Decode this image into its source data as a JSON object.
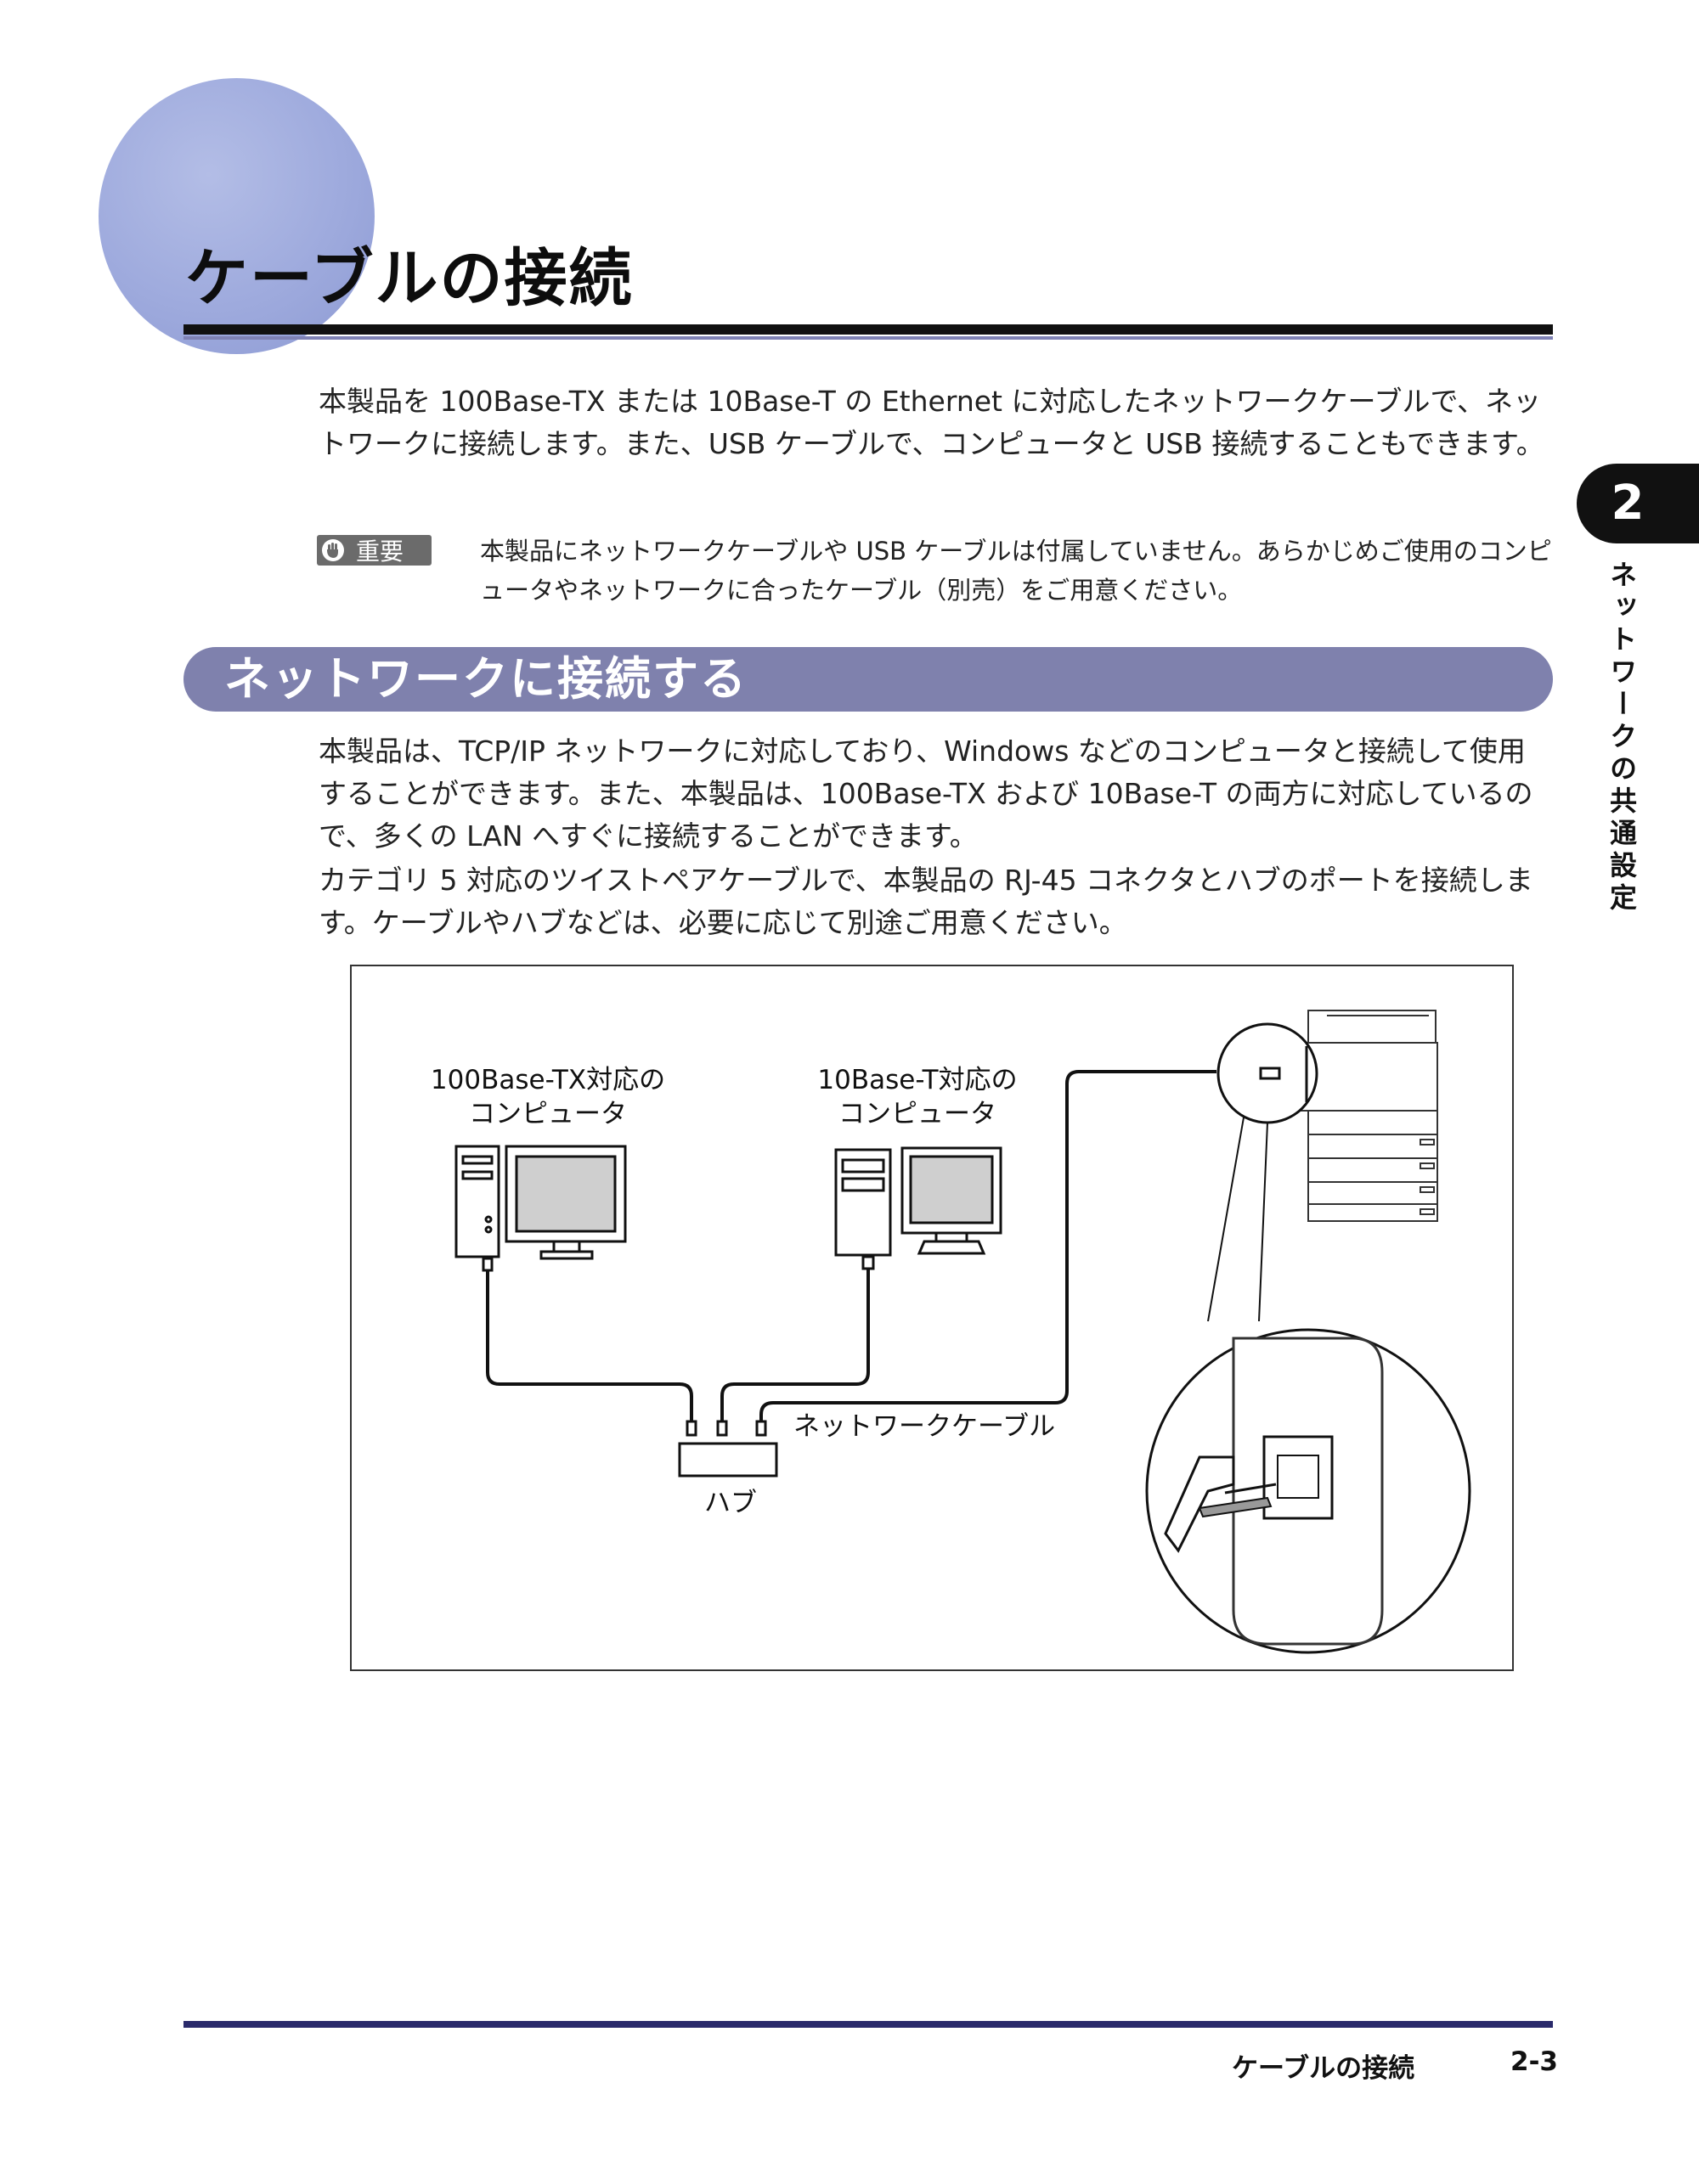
{
  "header": {
    "title": "ケーブルの接続"
  },
  "intro": "本製品を 100Base-TX または 10Base-T の Ethernet に対応したネットワークケーブルで、ネットワークに接続します。また、USB ケーブルで、コンピュータと USB 接続することもできます。",
  "important": {
    "badge": "重要",
    "text": "本製品にネットワークケーブルや USB ケーブルは付属していません。あらかじめご使用のコンピュータやネットワークに合ったケーブル（別売）をご用意ください。"
  },
  "section": {
    "title": "ネットワークに接続する",
    "paragraph1": "本製品は、TCP/IP ネットワークに対応しており、Windows などのコンピュータと接続して使用することができます。また、本製品は、100Base-TX および 10Base-T の両方に対応しているので、多くの LAN へすぐに接続することができます。",
    "paragraph2": "カテゴリ 5 対応のツイストペアケーブルで、本製品の RJ-45 コネクタとハブのポートを接続します。ケーブルやハブなどは、必要に応じて別途ご用意ください。"
  },
  "figure": {
    "computer1_line1": "100Base-TX対応の",
    "computer1_line2": "コンピュータ",
    "computer2_line1": "10Base-T対応の",
    "computer2_line2": "コンピュータ",
    "cable_label": "ネットワークケーブル",
    "hub_label": "ハブ"
  },
  "chapter": {
    "number": "2",
    "label": "ネットワークの共通設定"
  },
  "footer": {
    "title": "ケーブルの接続",
    "page": "2-3"
  },
  "colors": {
    "section_bar": "#7f81ad",
    "title_circle": "#9eaadd",
    "footer_rule": "#2a2a6b"
  }
}
